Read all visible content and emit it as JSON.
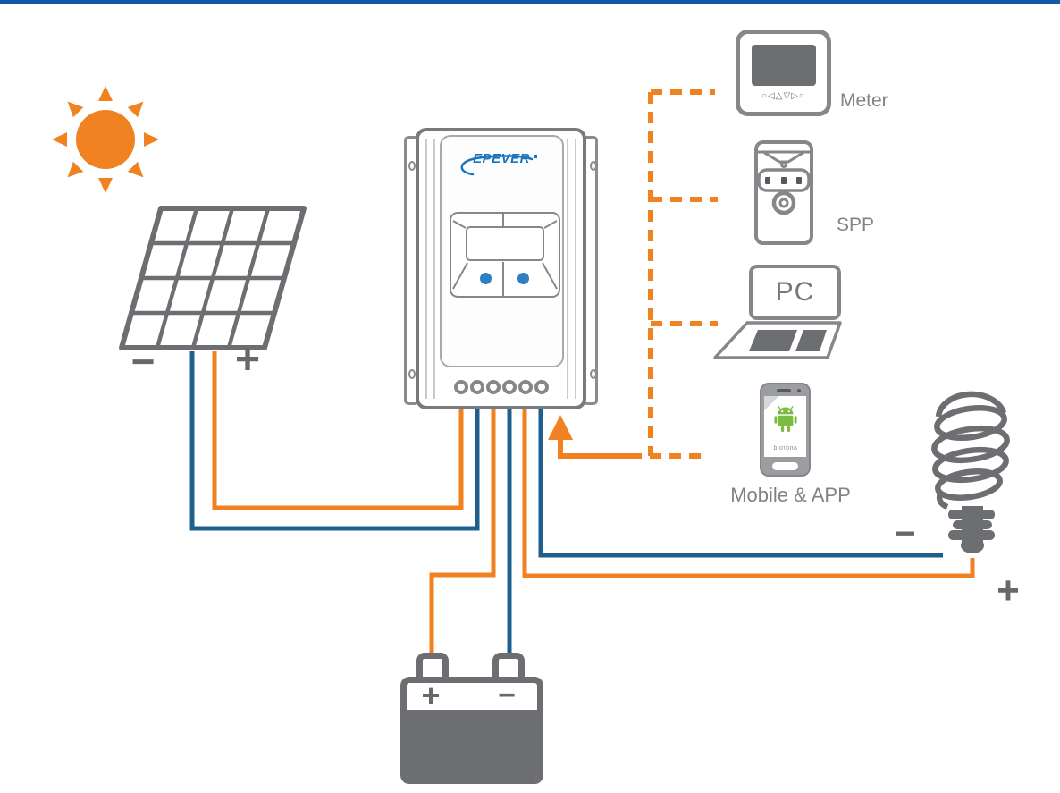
{
  "colors": {
    "orange": "#F08221",
    "wire_blue": "#1E5F8E",
    "outline": "#6D6E71",
    "outline_light": "#85878A",
    "top_bar": "#1459A5",
    "logo_blue": "#1B75BC",
    "android_green": "#7CBB42",
    "led_blue": "#2F80C3",
    "label_text": "#808285",
    "sign_gray": "#66686B"
  },
  "controller": {
    "brand": "EPEVER"
  },
  "meter": {
    "label": "Meter",
    "buttons": "○◁△▽▷○"
  },
  "spp": {
    "label": "SPP"
  },
  "pc": {
    "screen_text": "PC"
  },
  "mobile": {
    "label": "Mobile & APP",
    "os_text": "android"
  },
  "signs": {
    "pv_minus": "−",
    "pv_plus": "+",
    "battery_plus": "+",
    "battery_minus": "−",
    "load_minus": "−",
    "load_plus": "+"
  }
}
